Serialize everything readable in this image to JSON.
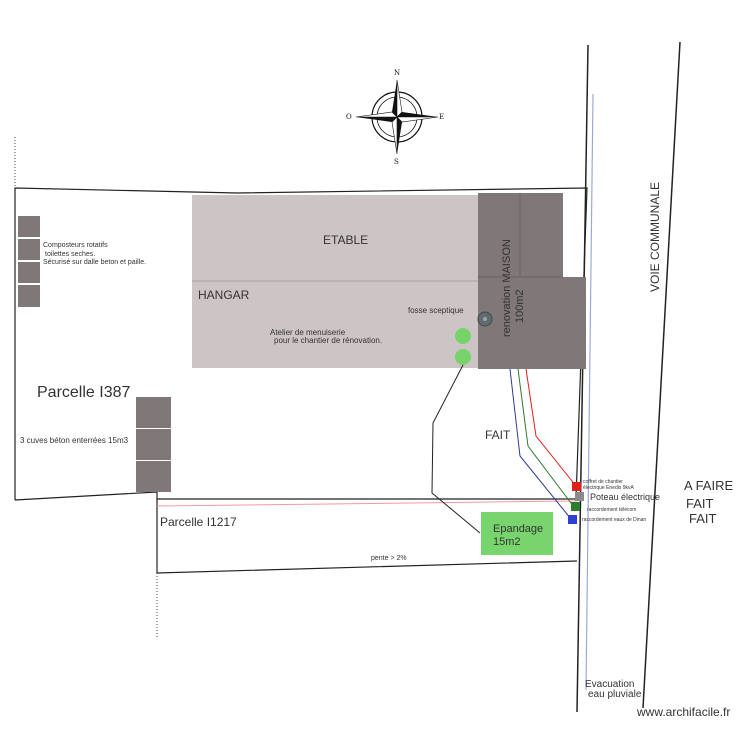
{
  "compass": {
    "north": "N",
    "south": "S",
    "east": "E",
    "west": "O"
  },
  "buildings": {
    "etable": "ETABLE",
    "hangar": "HANGAR",
    "fosse": "fosse sceptique",
    "atelier_line1": "Atelier de menuiserie",
    "atelier_line2": "pour le chantier de rénovation.",
    "maison_line1": "renovation MAISON",
    "maison_line2": "100m2"
  },
  "road": {
    "label": "VOIE COMMUNALE"
  },
  "composteurs": {
    "line1": "Composteurs rotatifs",
    "line2": "toilettes seches.",
    "line3": "Sécurisé sur dalle beton et paille."
  },
  "parcels": {
    "main": "Parcelle I387",
    "lower": "Parcelle I1217"
  },
  "cuves": {
    "label": "3 cuves béton enterrées 15m3"
  },
  "epandage": {
    "line1": "Epandage",
    "line2": "15m2"
  },
  "fait_left": "FAIT",
  "pente": "pente > 2%",
  "connections": {
    "coffret_line1": "coffret de chantier",
    "coffret_line2": "électrique Enedis 9kvA",
    "poteau": "Poteau électrique",
    "telecom": "raccordement télécom",
    "eaux": "raccordement eaux de Dinan"
  },
  "status": {
    "a_faire": "A FAIRE",
    "fait_green": "FAIT",
    "fait_blue": "FAIT",
    "colors": {
      "a_faire": "#e0201b",
      "fait_green": "#2e7d2e",
      "fait_blue": "#3a4fc9"
    }
  },
  "evacuation": {
    "line1": "Evacuation",
    "line2": "eau pluviale"
  },
  "footer": {
    "credit": "www.archifacile.fr"
  }
}
